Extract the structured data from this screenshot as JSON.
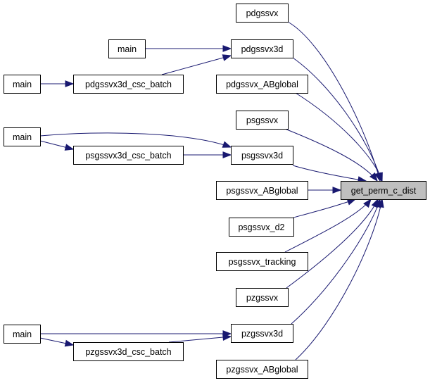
{
  "graph": {
    "target": {
      "id": "get_perm_c_dist",
      "label": "get_perm_c_dist"
    },
    "nodes": [
      {
        "id": "pdgssvx",
        "label": "pdgssvx"
      },
      {
        "id": "main_pd1",
        "label": "main"
      },
      {
        "id": "pdgssvx3d",
        "label": "pdgssvx3d"
      },
      {
        "id": "main_pd2",
        "label": "main"
      },
      {
        "id": "pdgssvx3d_csc_batch",
        "label": "pdgssvx3d_csc_batch"
      },
      {
        "id": "pdgssvx_ABglobal",
        "label": "pdgssvx_ABglobal"
      },
      {
        "id": "psgssvx",
        "label": "psgssvx"
      },
      {
        "id": "main_ps",
        "label": "main"
      },
      {
        "id": "psgssvx3d_csc_batch",
        "label": "psgssvx3d_csc_batch"
      },
      {
        "id": "psgssvx3d",
        "label": "psgssvx3d"
      },
      {
        "id": "psgssvx_ABglobal",
        "label": "psgssvx_ABglobal"
      },
      {
        "id": "psgssvx_d2",
        "label": "psgssvx_d2"
      },
      {
        "id": "psgssvx_tracking",
        "label": "psgssvx_tracking"
      },
      {
        "id": "pzgssvx",
        "label": "pzgssvx"
      },
      {
        "id": "main_pz",
        "label": "main"
      },
      {
        "id": "pzgssvx3d",
        "label": "pzgssvx3d"
      },
      {
        "id": "pzgssvx3d_csc_batch",
        "label": "pzgssvx3d_csc_batch"
      },
      {
        "id": "pzgssvx_ABglobal",
        "label": "pzgssvx_ABglobal"
      }
    ],
    "edges": [
      {
        "from": "pdgssvx",
        "to": "get_perm_c_dist"
      },
      {
        "from": "pdgssvx3d",
        "to": "get_perm_c_dist"
      },
      {
        "from": "pdgssvx_ABglobal",
        "to": "get_perm_c_dist"
      },
      {
        "from": "psgssvx",
        "to": "get_perm_c_dist"
      },
      {
        "from": "psgssvx3d",
        "to": "get_perm_c_dist"
      },
      {
        "from": "psgssvx_ABglobal",
        "to": "get_perm_c_dist"
      },
      {
        "from": "psgssvx_d2",
        "to": "get_perm_c_dist"
      },
      {
        "from": "psgssvx_tracking",
        "to": "get_perm_c_dist"
      },
      {
        "from": "pzgssvx",
        "to": "get_perm_c_dist"
      },
      {
        "from": "pzgssvx3d",
        "to": "get_perm_c_dist"
      },
      {
        "from": "pzgssvx_ABglobal",
        "to": "get_perm_c_dist"
      },
      {
        "from": "main_pd1",
        "to": "pdgssvx3d"
      },
      {
        "from": "pdgssvx3d_csc_batch",
        "to": "pdgssvx3d"
      },
      {
        "from": "main_pd2",
        "to": "pdgssvx3d_csc_batch"
      },
      {
        "from": "main_ps",
        "to": "psgssvx3d"
      },
      {
        "from": "main_ps",
        "to": "psgssvx3d_csc_batch"
      },
      {
        "from": "psgssvx3d_csc_batch",
        "to": "psgssvx3d"
      },
      {
        "from": "main_pz",
        "to": "pzgssvx3d"
      },
      {
        "from": "main_pz",
        "to": "pzgssvx3d_csc_batch"
      },
      {
        "from": "pzgssvx3d_csc_batch",
        "to": "pzgssvx3d"
      }
    ]
  },
  "colors": {
    "edge": "#191970",
    "target_fill": "#bfbfbf",
    "node_fill": "#ffffff",
    "border": "#000000"
  }
}
